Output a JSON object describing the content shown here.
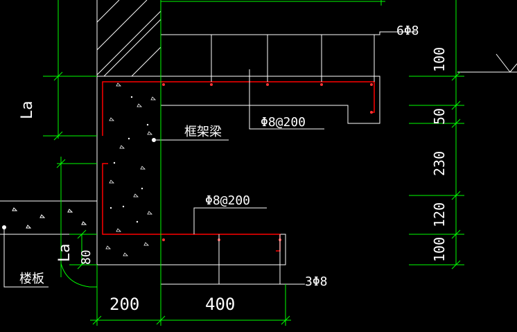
{
  "colors": {
    "background": "#000000",
    "outline": "#ffffff",
    "dimension": "#00ff00",
    "rebar": "#ff0000",
    "hatch": "#ffffff"
  },
  "labels": {
    "frame_beam": "框架梁",
    "floor_slab": "楼板",
    "top_bars": "6Φ8",
    "bottom_bars": "3Φ8",
    "stirrup_upper": "Φ8@200",
    "stirrup_lower": "Φ8@200",
    "anchor_la_upper": "La",
    "anchor_la_lower": "La"
  },
  "dimensions": {
    "horizontal": [
      "200",
      "400"
    ],
    "vertical": [
      "100",
      "50",
      "230",
      "120",
      "100",
      "80"
    ]
  }
}
